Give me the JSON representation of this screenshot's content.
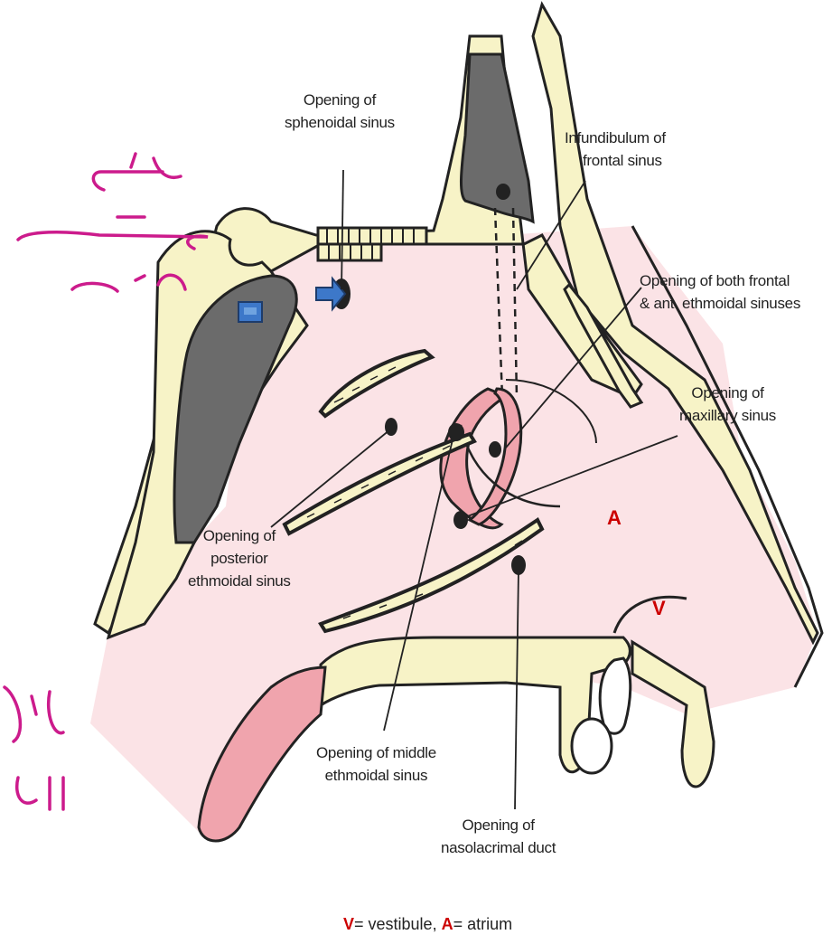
{
  "labels": {
    "sphenoidal": [
      "Opening of",
      "sphenoidal sinus"
    ],
    "infundibulum": [
      "Infundibulum of",
      "frontal sinus"
    ],
    "frontal_ant": [
      "Opening of both frontal",
      "& ant. ethmoidal sinuses"
    ],
    "maxillary": [
      "Opening of",
      "maxillary sinus"
    ],
    "posterior": [
      "Opening of",
      "posterior",
      "ethmoidal sinus"
    ],
    "middle": [
      "Opening of middle",
      "ethmoidal sinus"
    ],
    "nasolacrimal": [
      "Opening of",
      "nasolacrimal duct"
    ]
  },
  "region_letters": {
    "atrium": "A",
    "vestibule": "V"
  },
  "legend": {
    "v_letter": "V",
    "v_text": "= vestibule, ",
    "a_letter": "A",
    "a_text": "= atrium"
  },
  "colors": {
    "bone": "#f7f3c7",
    "mucosa": "#fbe3e6",
    "cartilage_pink": "#f0a4ad",
    "sinus_dark": "#6b6b6b",
    "annotation": "#cc1b8c",
    "letters": "#cc0000"
  }
}
